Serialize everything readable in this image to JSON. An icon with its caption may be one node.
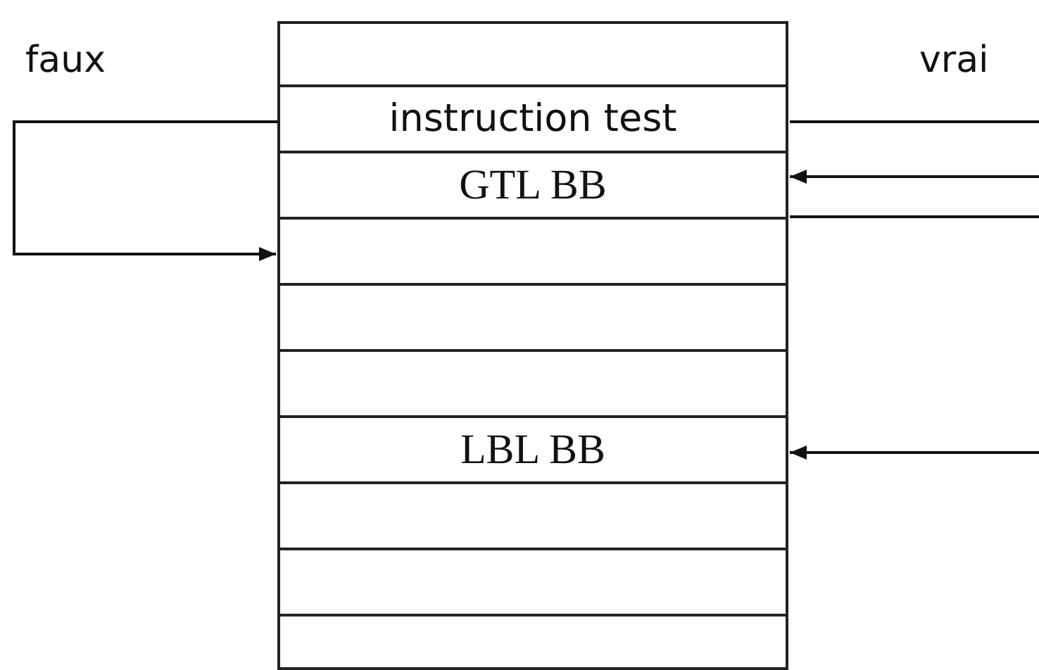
{
  "diagram": {
    "nodes": [
      {
        "text": [],
        "shape": "box"
      },
      {
        "text": [
          "instruction test"
        ]
      },
      {
        "text": [
          "GTL BB"
        ]
      },
      {
        "text": [],
        "shape": "box"
      },
      {
        "text": [],
        "shape": "box"
      },
      {
        "text": [],
        "shape": "box"
      },
      {
        "text": [
          "LBL BB"
        ]
      },
      {
        "text": [],
        "shape": "box"
      },
      {
        "text": [],
        "shape": "box"
      },
      {
        "text": [],
        "shape": "box"
      }
    ],
    "edges": [
      {
        "from": 1,
        "to": 3,
        "arrow": "to",
        "label": "faux"
      },
      {
        "from": 1,
        "to": null,
        "arrow": "none",
        "label": "vrai"
      },
      {
        "from": null,
        "to": 2,
        "arrow": "to"
      },
      {
        "from": 2,
        "to": null,
        "arrow": "none"
      },
      {
        "from": null,
        "to": 6,
        "arrow": "to"
      }
    ]
  }
}
